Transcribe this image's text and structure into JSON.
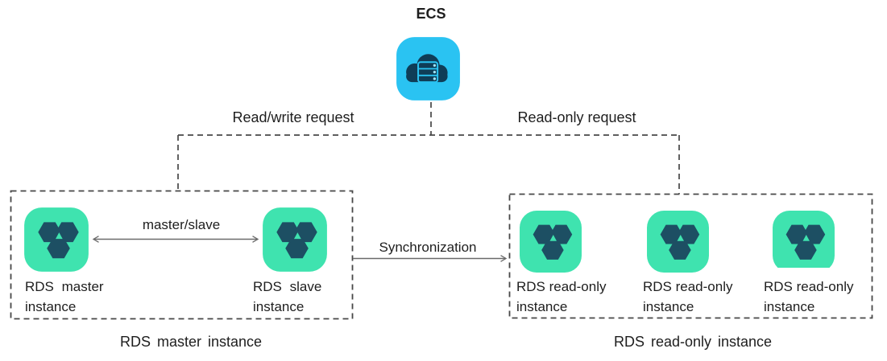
{
  "diagram": {
    "ecs": {
      "label": "ECS",
      "icon": "ecs-cloud-server-icon"
    },
    "connections": {
      "read_write_label": "Read/write request",
      "read_only_label": "Read-only request",
      "master_slave_label": "master/slave",
      "synchronization_label": "Synchronization"
    },
    "master_group": {
      "caption": "RDS master instance",
      "nodes": [
        {
          "icon": "rds-icon",
          "line1": "RDS master",
          "line2": "instance"
        },
        {
          "icon": "rds-icon",
          "line1": "RDS slave",
          "line2": "instance"
        }
      ]
    },
    "readonly_group": {
      "caption": "RDS read-only instance",
      "nodes": [
        {
          "icon": "rds-icon",
          "line1": "RDS read-only",
          "line2": "instance"
        },
        {
          "icon": "rds-icon",
          "line1": "RDS read-only",
          "line2": "instance"
        },
        {
          "icon": "rds-icon",
          "line1": "RDS read-only",
          "line2": "instance"
        }
      ]
    },
    "colors": {
      "ecs_blue": "#2AC3F2",
      "ecs_dark": "#0F3D57",
      "ecs_dot": "#9FE5FA",
      "rds_green": "#3FE3AF",
      "rds_dark": "#1D4F63",
      "dash_gray": "#474747",
      "arrow_gray": "#6A6A6A",
      "text": "#1E1E1E"
    }
  }
}
